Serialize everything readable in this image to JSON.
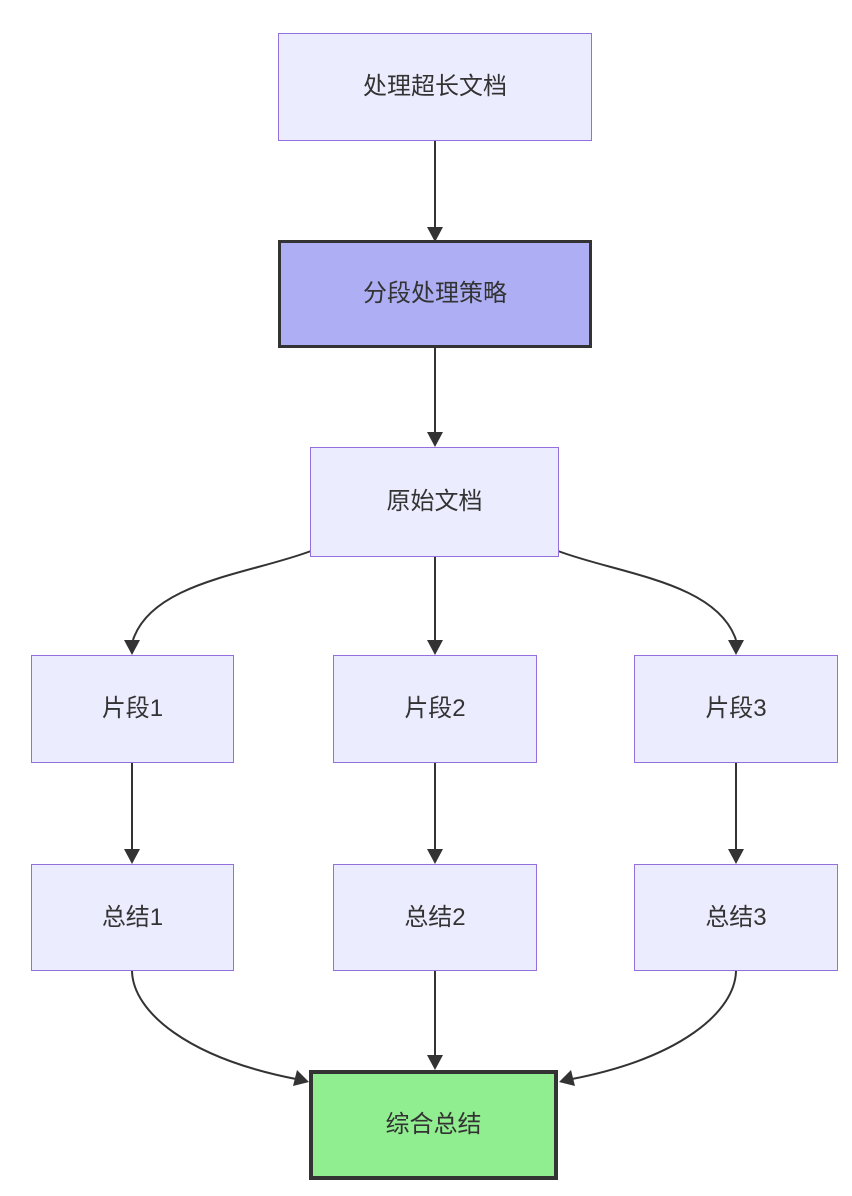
{
  "diagram": {
    "type": "flowchart",
    "direction": "top-down",
    "nodes": {
      "top": {
        "id": "A",
        "label": "处理超长文档",
        "style": "default"
      },
      "strategy": {
        "id": "B",
        "label": "分段处理策略",
        "style": "emphasis"
      },
      "original": {
        "id": "C",
        "label": "原始文档",
        "style": "default"
      },
      "frag1": {
        "id": "D1",
        "label": "片段1",
        "style": "default"
      },
      "frag2": {
        "id": "D2",
        "label": "片段2",
        "style": "default"
      },
      "frag3": {
        "id": "D3",
        "label": "片段3",
        "style": "default"
      },
      "sum1": {
        "id": "E1",
        "label": "总结1",
        "style": "default"
      },
      "sum2": {
        "id": "E2",
        "label": "总结2",
        "style": "default"
      },
      "sum3": {
        "id": "E3",
        "label": "总结3",
        "style": "default"
      },
      "final": {
        "id": "F",
        "label": "综合总结",
        "style": "success"
      }
    },
    "edges": [
      {
        "from": "处理超长文档",
        "to": "分段处理策略"
      },
      {
        "from": "分段处理策略",
        "to": "原始文档"
      },
      {
        "from": "原始文档",
        "to": "片段1"
      },
      {
        "from": "原始文档",
        "to": "片段2"
      },
      {
        "from": "原始文档",
        "to": "片段3"
      },
      {
        "from": "片段1",
        "to": "总结1"
      },
      {
        "from": "片段2",
        "to": "总结2"
      },
      {
        "from": "片段3",
        "to": "总结3"
      },
      {
        "from": "总结1",
        "to": "综合总结"
      },
      {
        "from": "总结2",
        "to": "综合总结"
      },
      {
        "from": "总结3",
        "to": "综合总结"
      }
    ]
  },
  "colors": {
    "background": "#ffffff",
    "node_fill": "#ECECFF",
    "node_border": "#9370DB",
    "emphasis_fill": "#AEAEF5",
    "emphasis_border": "#333333",
    "success_fill": "#90EE90",
    "success_border": "#333333",
    "edge": "#333333",
    "text": "#333333"
  }
}
